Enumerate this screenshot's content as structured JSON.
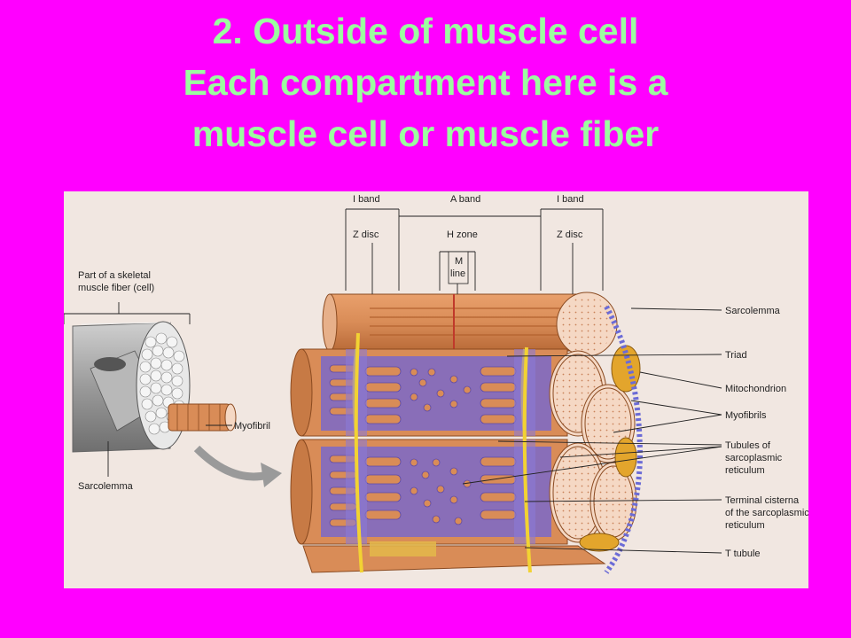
{
  "slide": {
    "title_lines": [
      "2. Outside of  muscle cell",
      "Each compartment here is a",
      "muscle cell or muscle fiber"
    ]
  },
  "figure": {
    "top_labels": {
      "i_band_left": "I band",
      "a_band": "A band",
      "i_band_right": "I band",
      "z_disc_left": "Z disc",
      "h_zone": "H zone",
      "m_line_1": "M",
      "m_line_2": "line",
      "z_disc_right": "Z disc"
    },
    "left_labels": {
      "part_of_fiber_1": "Part of a skeletal",
      "part_of_fiber_2": "muscle fiber (cell)",
      "myofibril": "Myofibril",
      "sarcolemma": "Sarcolemma"
    },
    "right_labels": {
      "sarcolemma": "Sarcolemma",
      "triad": "Triad",
      "mitochondrion": "Mitochondrion",
      "myofibrils": "Myofibrils",
      "tubules_1": "Tubules of",
      "tubules_2": "sarcoplasmic",
      "tubules_3": "reticulum",
      "terminal_1": "Terminal cisterna",
      "terminal_2": "of the sarcoplasmic",
      "terminal_3": "reticulum",
      "t_tubule": "T tubule"
    },
    "colors": {
      "background": "#f1e7e1",
      "myofibril": "#d98c57",
      "myofibril_dark": "#b3622f",
      "reticulum": "#7a68c9",
      "t_tubule": "#f2d233",
      "end_face": "#f5d8c4"
    }
  }
}
